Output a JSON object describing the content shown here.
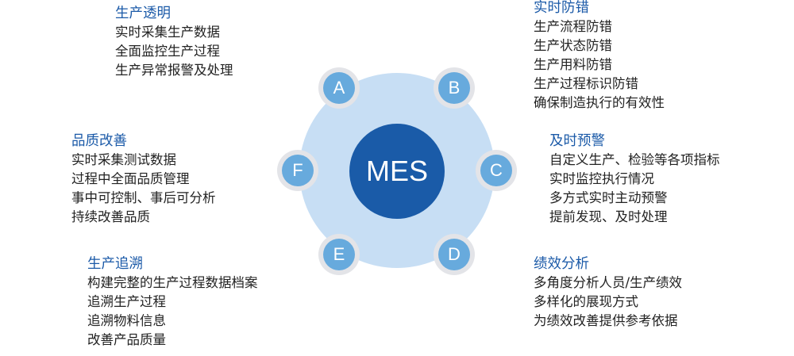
{
  "center_label": "MES",
  "nodes": {
    "A": "A",
    "B": "B",
    "C": "C",
    "D": "D",
    "E": "E",
    "F": "F"
  },
  "sections": {
    "A": {
      "title": "生产透明",
      "items": [
        "实时采集生产数据",
        "全面监控生产过程",
        "生产异常报警及处理"
      ]
    },
    "B": {
      "title": "实时防错",
      "items": [
        "生产流程防错",
        "生产状态防错",
        "生产用料防错",
        "生产过程标识防错",
        "确保制造执行的有效性"
      ]
    },
    "C": {
      "title": "及时预警",
      "items": [
        "自定义生产、检验等各项指标",
        "实时监控执行情况",
        "多方式实时主动预警",
        "提前发现、及时处理"
      ]
    },
    "D": {
      "title": "绩效分析",
      "items": [
        "多角度分析人员/生产绩效",
        "多样化的展现方式",
        "为绩效改善提供参考依据"
      ]
    },
    "E": {
      "title": "生产追溯",
      "items": [
        "构建完整的生产过程数据档案",
        "追溯生产过程",
        "追溯物料信息",
        "改善产品质量"
      ]
    },
    "F": {
      "title": "品质改善",
      "items": [
        "实时采集测试数据",
        "过程中全面品质管理",
        "事中可控制、事后可分析",
        "持续改善品质"
      ]
    }
  },
  "colors": {
    "title": "#1b5aa8",
    "core": "#1a5ba8",
    "ring": "#c7def4",
    "node": "#67aadd",
    "node_border": "#e3e4e8"
  }
}
